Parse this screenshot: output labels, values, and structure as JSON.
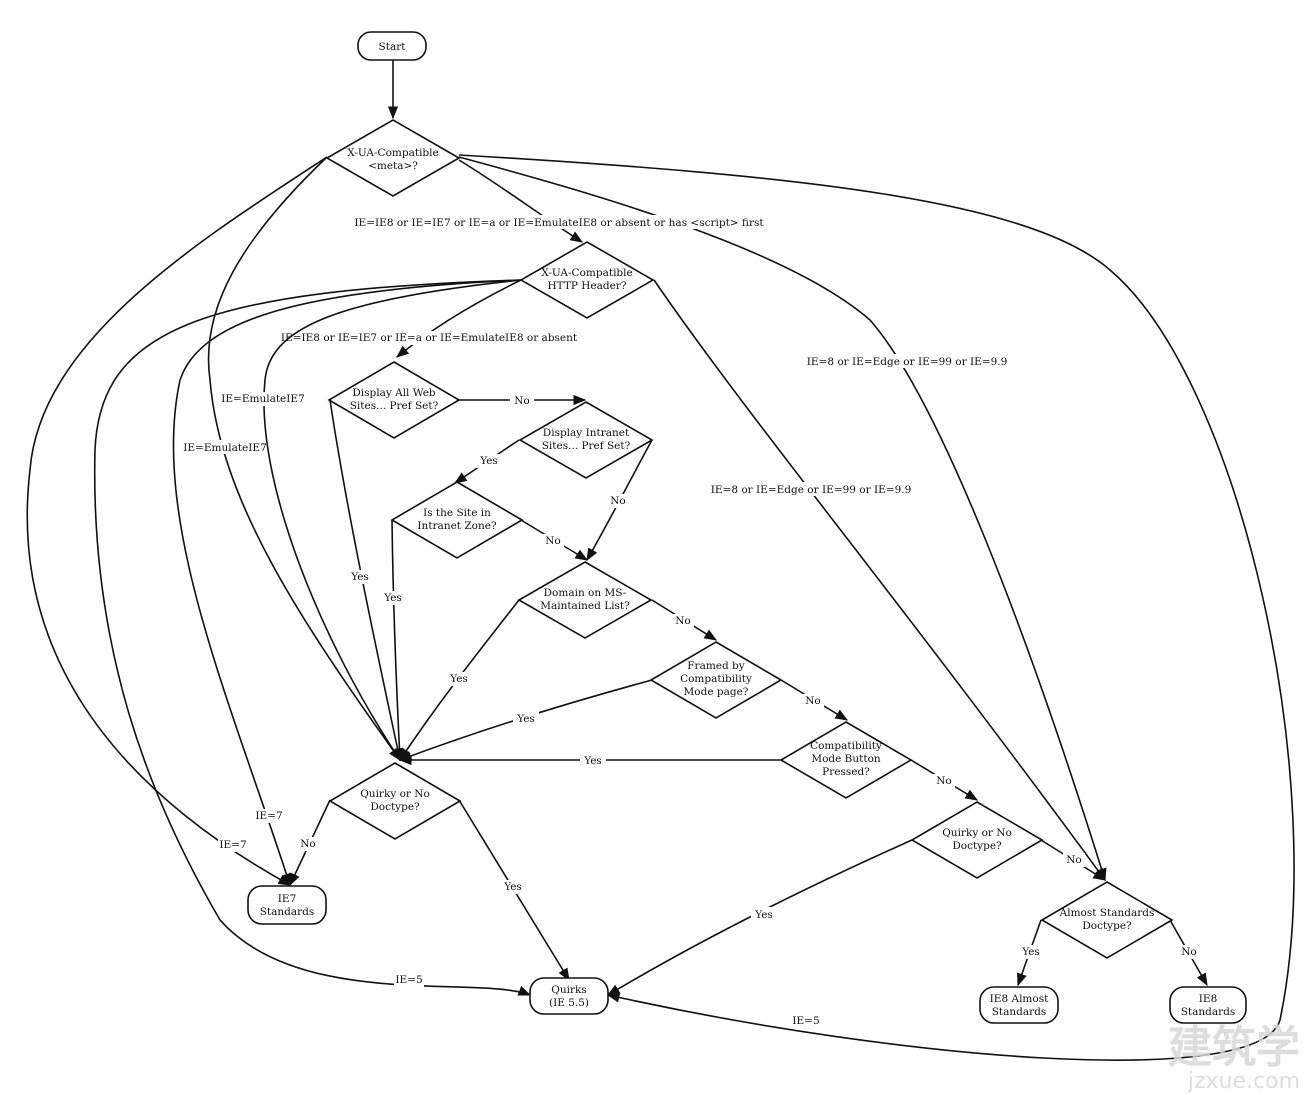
{
  "nodes": {
    "start": {
      "lines": [
        "Start"
      ]
    },
    "ua_meta": {
      "lines": [
        "X-UA-Compatible",
        "<meta>?"
      ]
    },
    "ua_header": {
      "lines": [
        "X-UA-Compatible",
        "HTTP Header?"
      ]
    },
    "display_all": {
      "lines": [
        "Display All Web",
        "Sites... Pref Set?"
      ]
    },
    "display_intranet": {
      "lines": [
        "Display Intranet",
        "Sites... Pref Set?"
      ]
    },
    "intranet_zone": {
      "lines": [
        "Is the Site in",
        "Intranet Zone?"
      ]
    },
    "ms_list": {
      "lines": [
        "Domain on MS-",
        "Maintained List?"
      ]
    },
    "framed": {
      "lines": [
        "Framed by",
        "Compatibility",
        "Mode page?"
      ]
    },
    "compat_button": {
      "lines": [
        "Compatibility",
        "Mode Button",
        "Pressed?"
      ]
    },
    "quirky1": {
      "lines": [
        "Quirky or No",
        "Doctype?"
      ]
    },
    "quirky2": {
      "lines": [
        "Quirky or No",
        "Doctype?"
      ]
    },
    "almost": {
      "lines": [
        "Almost Standards",
        "Doctype?"
      ]
    },
    "ie7": {
      "lines": [
        "IE7",
        "Standards"
      ]
    },
    "quirks": {
      "lines": [
        "Quirks",
        "(IE 5.5)"
      ]
    },
    "ie8_almost": {
      "lines": [
        "IE8 Almost",
        "Standards"
      ]
    },
    "ie8": {
      "lines": [
        "IE8",
        "Standards"
      ]
    }
  },
  "edge_labels": {
    "meta_to_header": "IE=IE8 or IE=IE7 or IE=a or IE=EmulateIE8 or absent or has <script> first",
    "header_to_display": "IE=IE8 or IE=IE7 or IE=a or IE=EmulateIE8 or absent",
    "meta_to_ie8": "IE=8 or IE=Edge or IE=99 or IE=9.9",
    "header_to_ie8": "IE=8 or IE=Edge or IE=99 or IE=9.9",
    "header_emulate": "IE=EmulateIE7",
    "meta_emulate": "IE=EmulateIE7",
    "header_ie7": "IE=7",
    "meta_ie7": "IE=7",
    "header_ie5": "IE=5",
    "meta_ie5": "IE=5",
    "display_all_no": "No",
    "display_all_yes": "Yes",
    "intranet_yes": "Yes",
    "intranet_no": "No",
    "zone_yes": "Yes",
    "zone_no": "No",
    "ms_yes": "Yes",
    "ms_no": "No",
    "framed_yes": "Yes",
    "framed_no": "No",
    "button_yes": "Yes",
    "button_no": "No",
    "quirky1_no": "No",
    "quirky1_yes": "Yes",
    "quirky2_yes": "Yes",
    "quirky2_no": "No",
    "almost_yes": "Yes",
    "almost_no": "No"
  },
  "watermark": {
    "logo": "建筑学",
    "url": "jzxue.com"
  }
}
